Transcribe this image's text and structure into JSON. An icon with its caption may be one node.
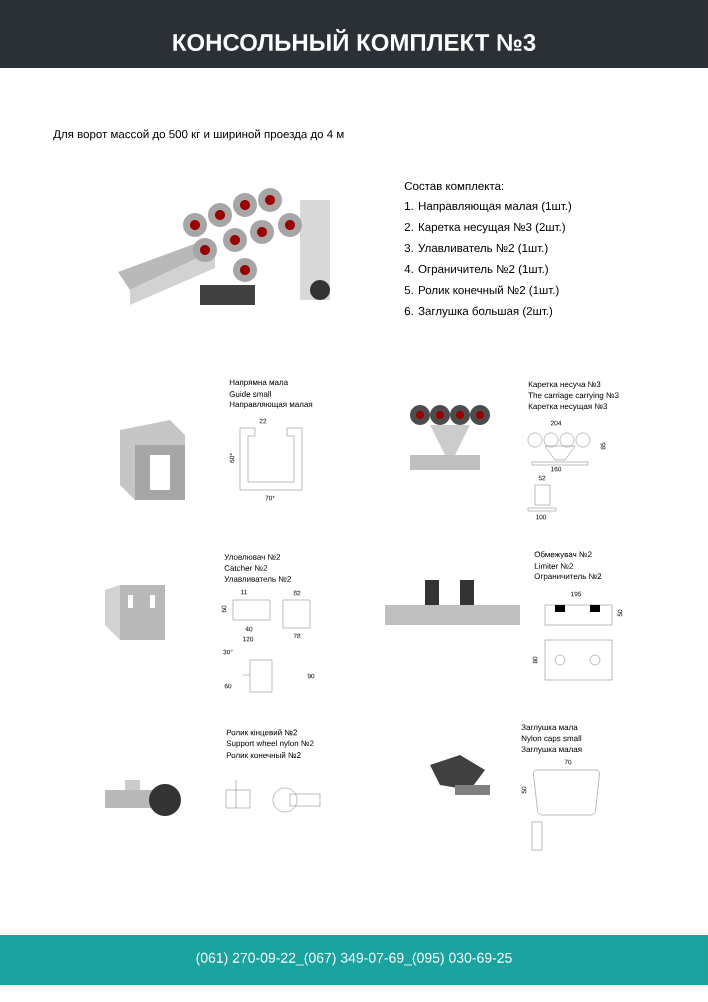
{
  "diagram": {
    "title": "КОНСОЛЬНЫЙ КОМПЛЕКТ №3",
    "labels": [
      "Для ворот массой до 500 кг и шириной проезда до 4 м",
      "Состав комплекта:",
      "1. Направляющая малая (1шт.)",
      "2. Каретка несущая №3 (2шт.)",
      "3. Улавливатель №2 (1шт.)",
      "4. Ограничитель №2 (1шт.)",
      "5. Ролик конечный №2 (1шт.)",
      "6. Заглушка большая (2шт.)",
      "Напрямна мала",
      "Guide small",
      "Направляющая малая",
      "22",
      "60*",
      "70*",
      "Каретка несуча №3",
      "The carriage carrying №3",
      "Каретка несущая №3",
      "204",
      "85",
      "160",
      "52",
      "100",
      "Уловлювач №2",
      "Catcher №2",
      "Улавливатель №2",
      "11",
      "60",
      "40",
      "120",
      "82",
      "78",
      "30°",
      "60",
      "90",
      "Обмежувач №2",
      "Limiter №2",
      "Ограничитель №2",
      "195",
      "50",
      "80",
      "Ролик кінцевий №2",
      "Support wheel nylon №2",
      "Ролик конечный №2",
      "Заглушка мала",
      "Nylon caps small",
      "Заглушка малая",
      "70",
      "50",
      "(061) 270-09-22_(067) 349-07-69_(095) 030-69-25"
    ]
  }
}
